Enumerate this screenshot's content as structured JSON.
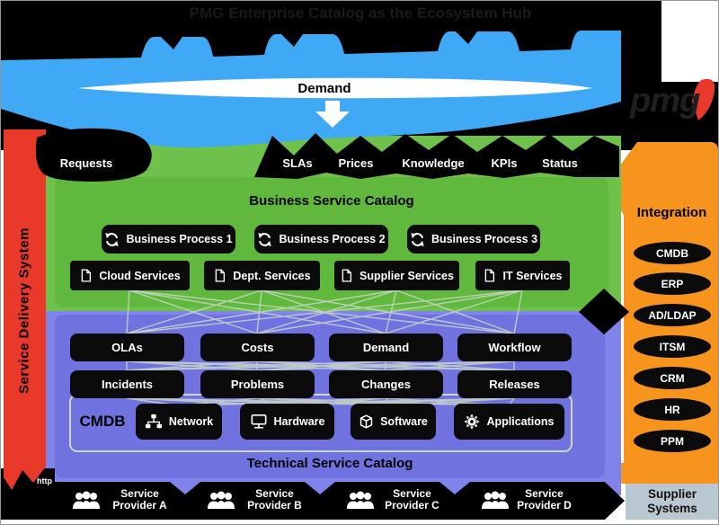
{
  "page": {
    "title": "PMG Enterprise Catalog as the Ecosystem Hub",
    "logo_text": "pmg",
    "watermark": "http"
  },
  "flow": {
    "demand_label": "Demand",
    "requests_label": "Requests",
    "outputs": [
      "SLAs",
      "Prices",
      "Knowledge",
      "KPIs",
      "Status"
    ]
  },
  "sds": {
    "label": "Service Delivery System"
  },
  "bsc": {
    "title": "Business Service Catalog",
    "processes": [
      "Business Process 1",
      "Business Process 2",
      "Business Process 3"
    ],
    "services": [
      "Cloud Services",
      "Dept. Services",
      "Supplier Services",
      "IT Services"
    ]
  },
  "tsc": {
    "title": "Technical Service Catalog",
    "row1": [
      "OLAs",
      "Costs",
      "Demand",
      "Workflow"
    ],
    "row2": [
      "Incidents",
      "Problems",
      "Changes",
      "Releases"
    ],
    "cmdb_label": "CMDB",
    "cmdb_items": [
      "Network",
      "Hardware",
      "Software",
      "Applications"
    ]
  },
  "integration": {
    "title": "Integration",
    "systems": [
      "CMDB",
      "ERP",
      "AD/LDAP",
      "ITSM",
      "CRM",
      "HR",
      "PPM"
    ]
  },
  "providers": [
    {
      "line1": "Service",
      "line2": "Provider A"
    },
    {
      "line1": "Service",
      "line2": "Provider B"
    },
    {
      "line1": "Service",
      "line2": "Provider C"
    },
    {
      "line1": "Service",
      "line2": "Provider D"
    }
  ],
  "supplier": {
    "line1": "Supplier",
    "line2": "Systems"
  },
  "colors": {
    "blue": "#3FA9F5",
    "green_panel": "#60B83D",
    "green_outer": "#6EC24B",
    "purple_panel": "#6F72DF",
    "purple_outer": "#8083EA",
    "orange": "#F7941E",
    "red": "#E8392B",
    "black": "#0B0B0B",
    "supplier_gray": "#B9C7D1",
    "connector_line": "#CCD7C9",
    "white": "#FFFFFF"
  }
}
